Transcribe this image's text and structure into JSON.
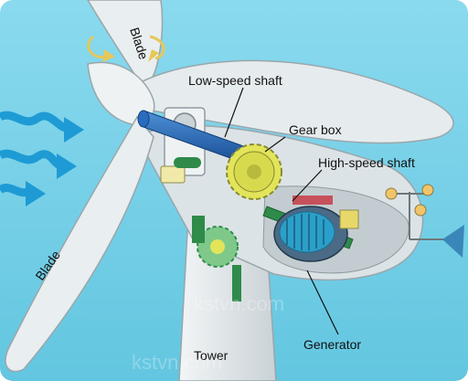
{
  "labels": {
    "blade_top": "Blade",
    "blade_bottom": "Blade",
    "low_speed_shaft": "Low-speed shaft",
    "gear_box": "Gear box",
    "high_speed_shaft": "High-speed shaft",
    "generator": "Generator",
    "tower": "Tower"
  },
  "watermark": {
    "text": "kstvn.com"
  },
  "colors": {
    "sky": "#76D0E6",
    "blade": "#E9EEF0",
    "blade_edge": "#9AA6AC",
    "nacelle": "#DCE3E6",
    "shaft": "#1F5FB0",
    "gear": "#E2E45A",
    "gear_green": "#2E8B4A",
    "generator_body": "#4A6A86",
    "generator_coil": "#2B9FC9",
    "wind_arrow": "#1E9BD4",
    "rotation_arrow": "#E6C85A",
    "vane": "#3A86B8"
  },
  "icons": {
    "wind": "wind-arrows-icon",
    "rotation": "rotation-arrows-icon",
    "anemometer": "anemometer-icon",
    "wind_vane": "wind-vane-icon"
  }
}
